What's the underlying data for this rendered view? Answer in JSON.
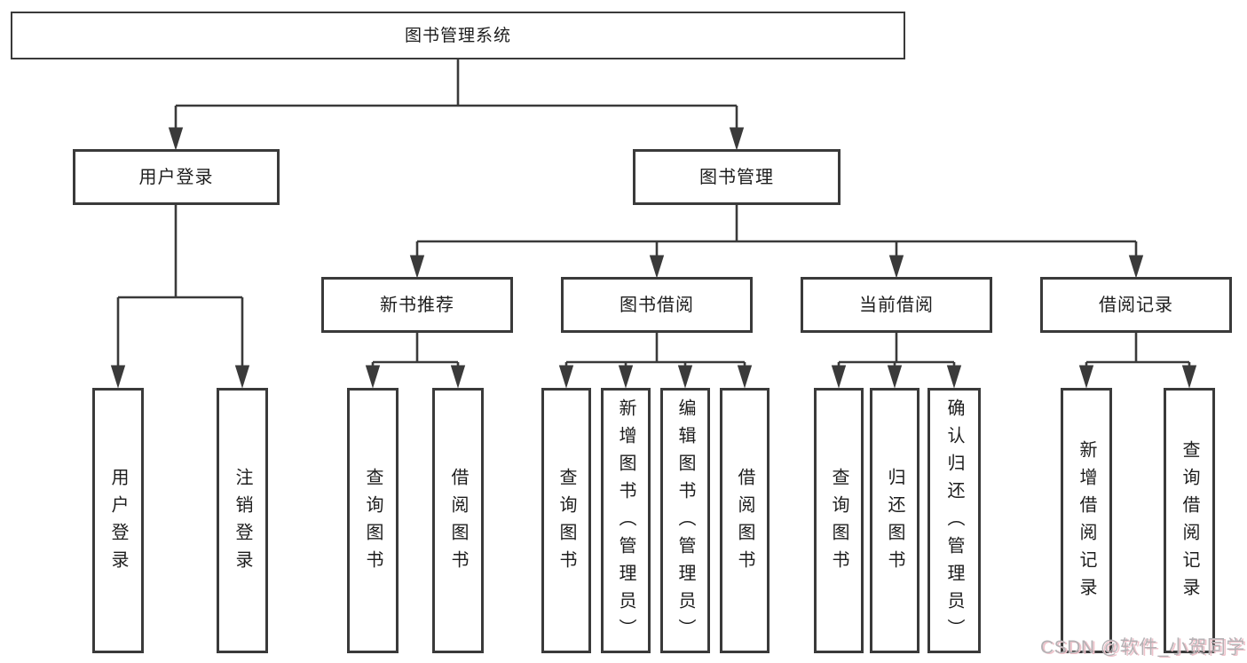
{
  "diagram": {
    "title": "图书管理系统",
    "root": "图书管理系统",
    "branches": [
      {
        "label": "用户登录",
        "children": [
          "用户登录",
          "注销登录"
        ]
      },
      {
        "label": "图书管理",
        "groups": [
          {
            "label": "新书推荐",
            "children": [
              "查询图书",
              "借阅图书"
            ]
          },
          {
            "label": "图书借阅",
            "children": [
              "查询图书",
              "新增图书（管理员）",
              "编辑图书（管理员）",
              "借阅图书"
            ]
          },
          {
            "label": "当前借阅",
            "children": [
              "查询图书",
              "归还图书",
              "确认归还（管理员）"
            ]
          },
          {
            "label": "借阅记录",
            "children": [
              "新增借阅记录",
              "查询借阅记录"
            ]
          }
        ]
      }
    ]
  },
  "watermark": "CSDN @软件_小贺同学",
  "colors": {
    "line": "#3a3a3a",
    "box_border": "#3a3a3a",
    "text": "#1d1d1d",
    "background": "#ffffff",
    "watermark_text": "#b4b1b4",
    "watermark_shadow": "#efc3cb"
  }
}
